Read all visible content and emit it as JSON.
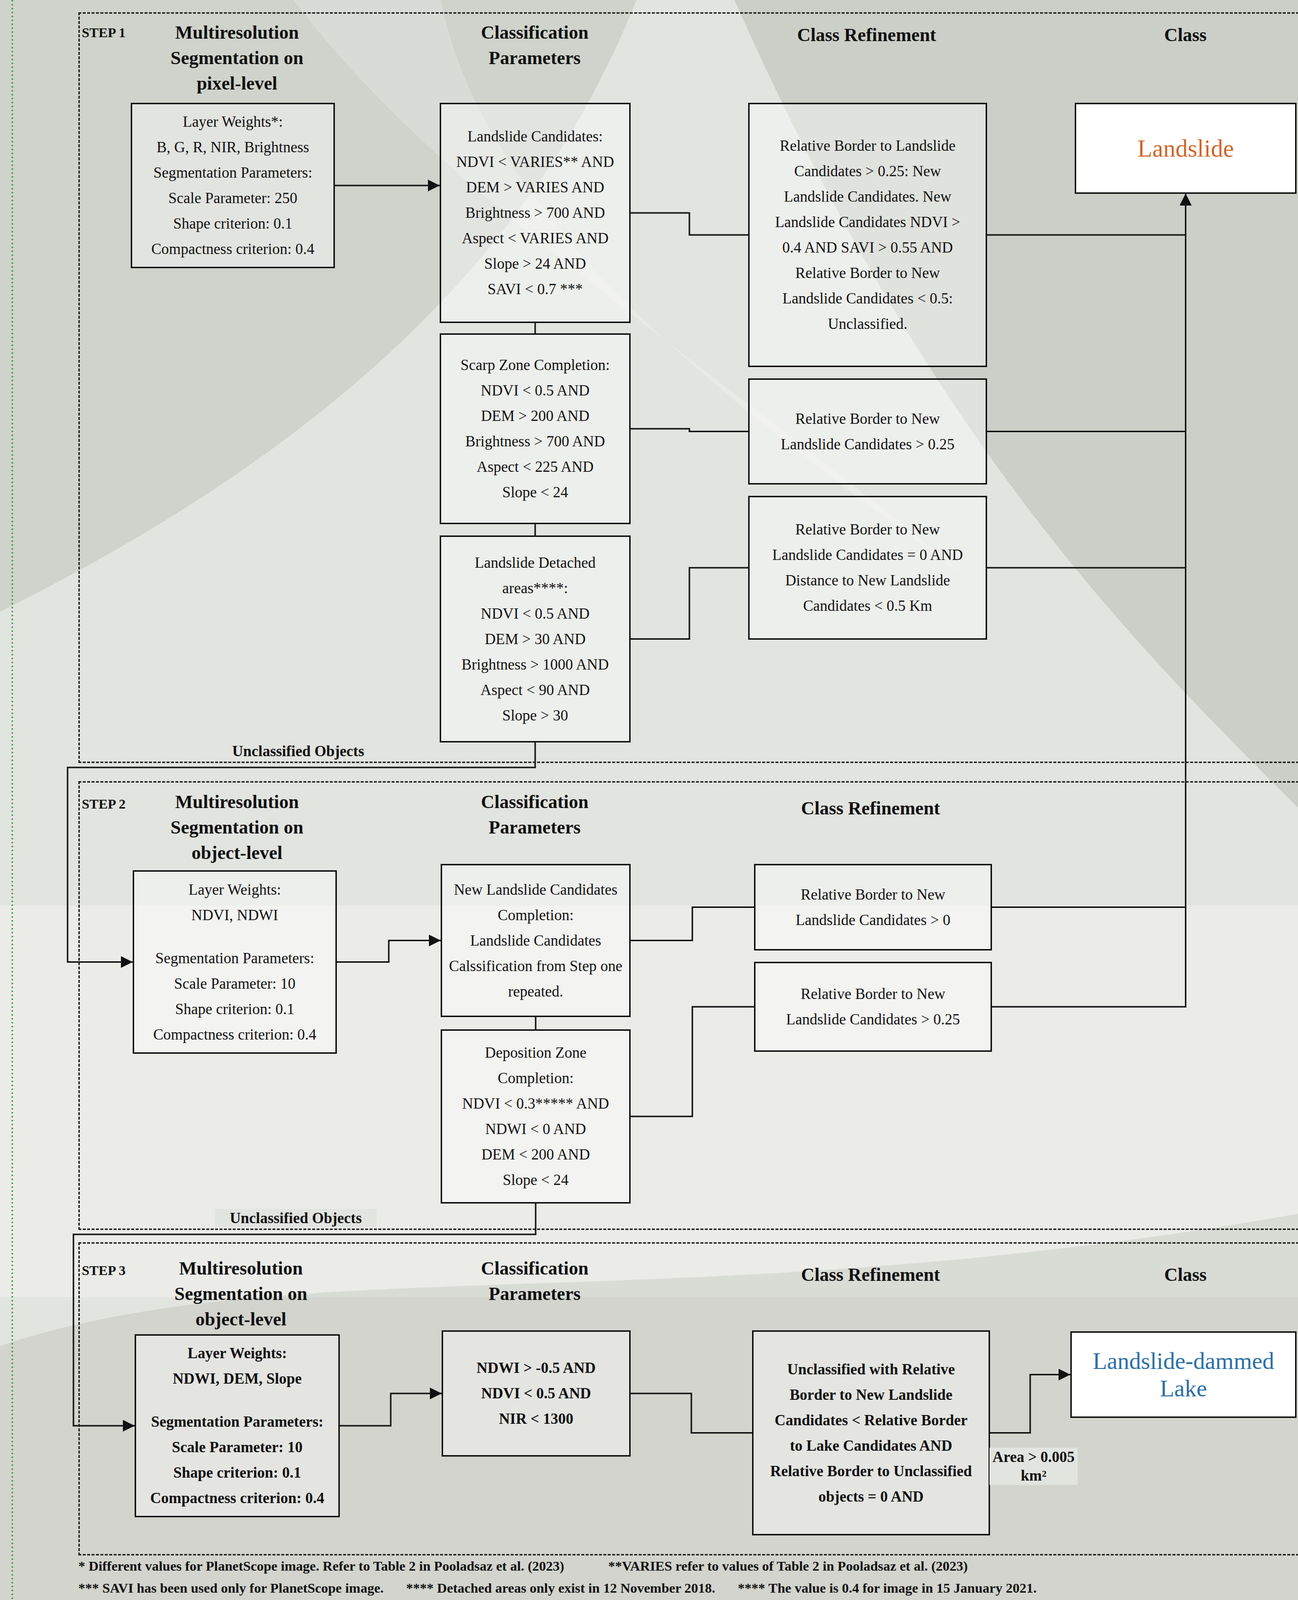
{
  "diagram": {
    "nodes": [
      {
        "text": [
          "STEP 1",
          "Multiresolution Segmentation on pixel-level",
          "Classification Parameters",
          "Class Refinement",
          "Class"
        ]
      },
      {
        "text": [
          "Layer Weights*:",
          "B, G, R, NIR, Brightness",
          "Segmentation Parameters:",
          "Scale Parameter: 250",
          "Shape criterion: 0.1",
          "Compactness criterion: 0.4"
        ],
        "in": 0
      },
      {
        "text": [
          "Landslide Candidates:",
          "NDVI < VARIES** AND",
          "DEM > VARIES AND",
          "Brightness > 700 AND",
          "Aspect < VARIES AND",
          "Slope > 24 AND",
          "SAVI < 0.7 ***"
        ],
        "in": 0
      },
      {
        "text": [
          "Scarp Zone Completion:",
          "NDVI < 0.5 AND",
          "DEM > 200 AND",
          "Brightness > 700 AND",
          "Aspect < 225 AND",
          "Slope < 24"
        ],
        "in": 0
      },
      {
        "text": [
          "Landslide Detached areas****:",
          "NDVI < 0.5 AND",
          "DEM > 30 AND",
          "Brightness > 1000 AND",
          "Aspect < 90 AND",
          "Slope > 30"
        ],
        "in": 0
      },
      {
        "text": [
          "Relative Border to Landslide Candidates > 0.25: New Landslide Candidates. New Landslide Candidates NDVI > 0.4 AND SAVI > 0.55 AND Relative Border to New Landslide Candidates < 0.5: Unclassified."
        ],
        "in": 0
      },
      {
        "text": [
          "Relative Border to New Landslide Candidates > 0.25"
        ],
        "in": 0
      },
      {
        "text": [
          "Relative Border to New Landslide Candidates = 0 AND Distance to New Landslide Candidates < 0.5 Km"
        ],
        "in": 0
      },
      {
        "text": [
          "Landslide"
        ],
        "in": 0
      },
      {
        "text": [
          "STEP 2",
          "Multiresolution Segmentation on object-level",
          "Classification Parameters",
          "Class Refinement"
        ]
      },
      {
        "text": [
          "Layer Weights:",
          "NDVI, NDWI",
          "Segmentation Parameters:",
          "Scale Parameter: 10",
          "Shape criterion: 0.1",
          "Compactness criterion: 0.4"
        ],
        "in": 9
      },
      {
        "text": [
          "New Landslide Candidates Completion:",
          "Landslide Candidates Calssification from Step one repeated."
        ],
        "in": 9
      },
      {
        "text": [
          "Deposition Zone Completion:",
          "NDVI < 0.3***** AND",
          "NDWI < 0 AND",
          "DEM < 200 AND",
          "Slope < 24"
        ],
        "in": 9
      },
      {
        "text": [
          "Relative Border to New Landslide Candidates > 0"
        ],
        "in": 9
      },
      {
        "text": [
          "Relative Border to New Landslide Candidates > 0.25"
        ],
        "in": 9
      },
      {
        "text": [
          "STEP 3",
          "Multiresolution Segmentation on object-level",
          "Classification Parameters",
          "Class Refinement",
          "Class"
        ]
      },
      {
        "text": [
          "Layer Weights:",
          "NDWI, DEM, Slope",
          "Segmentation Parameters:",
          "Scale Parameter: 10",
          "Shape criterion: 0.1",
          "Compactness criterion: 0.4"
        ],
        "in": 15
      },
      {
        "text": [
          "NDWI > -0.5 AND",
          "NDVI < 0.5 AND",
          "NIR < 1300"
        ],
        "in": 15
      },
      {
        "text": [
          "Unclassified with Relative Border to New Landslide Candidates < Relative Border to Lake Candidates AND Relative Border to Unclassified objects = 0 AND"
        ],
        "in": 15
      },
      {
        "text": [
          "Landslide-dammed Lake"
        ],
        "in": 15
      }
    ],
    "edges": [
      {
        "from": 1,
        "to": 2,
        "arrow": "to"
      },
      {
        "from": 2,
        "to": 5,
        "arrow": "none"
      },
      {
        "from": 2,
        "to": 3,
        "arrow": "none"
      },
      {
        "from": 3,
        "to": 6,
        "arrow": "none"
      },
      {
        "from": 3,
        "to": 4,
        "arrow": "none"
      },
      {
        "from": 4,
        "to": 7,
        "arrow": "none"
      },
      {
        "from": 5,
        "to": 8,
        "arrow": "to"
      },
      {
        "from": 6,
        "to": 8,
        "arrow": "to"
      },
      {
        "from": 7,
        "to": 8,
        "arrow": "to"
      },
      {
        "from": 4,
        "to": 10,
        "label": "Unclassified Objects",
        "arrow": "to"
      },
      {
        "from": 10,
        "to": 11,
        "arrow": "to"
      },
      {
        "from": 11,
        "to": 13,
        "arrow": "none"
      },
      {
        "from": 11,
        "to": 12,
        "arrow": "none"
      },
      {
        "from": 12,
        "to": 14,
        "arrow": "none"
      },
      {
        "from": 13,
        "to": 8,
        "arrow": "to"
      },
      {
        "from": 14,
        "to": 8,
        "arrow": "to"
      },
      {
        "from": 12,
        "to": 16,
        "label": "Unclassified Objects",
        "arrow": "to"
      },
      {
        "from": 16,
        "to": 17,
        "arrow": "to"
      },
      {
        "from": 17,
        "to": 18,
        "arrow": "none"
      },
      {
        "from": 18,
        "to": 19,
        "label": "Area > 0.005 km²",
        "arrow": "to"
      }
    ],
    "labels": [
      "* Different values for PlanetScope image. Refer to Table 2 in Pooladsaz et al. (2023)",
      "**VARIES refer to values of Table 2 in Pooladsaz et al. (2023)",
      "*** SAVI has been used only for PlanetScope image.",
      "**** Detached areas only exist in 12 November 2018.",
      "**** The value is 0.4 for image in 15 January 2021."
    ]
  }
}
